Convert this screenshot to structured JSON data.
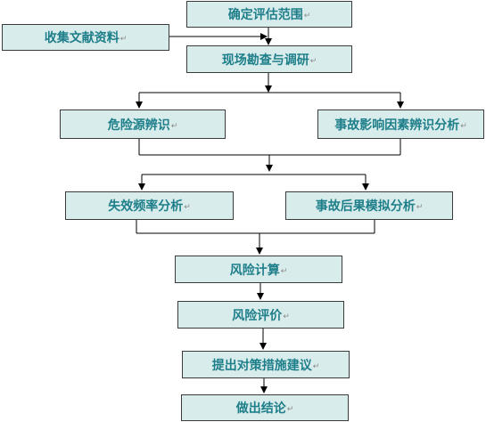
{
  "para_mark": "↵",
  "nodes": {
    "scope": "确定评估范围",
    "collect": "收集文献资料",
    "survey": "现场勘查与调研",
    "hazard": "危险源辨识",
    "factors": "事故影响因素辨识分析",
    "frequency": "失效频率分析",
    "consequence": "事故后果模拟分析",
    "risk_calc": "风险计算",
    "risk_eval": "风险评价",
    "measures": "提出对策措施建议",
    "conclusion": "做出结论"
  }
}
